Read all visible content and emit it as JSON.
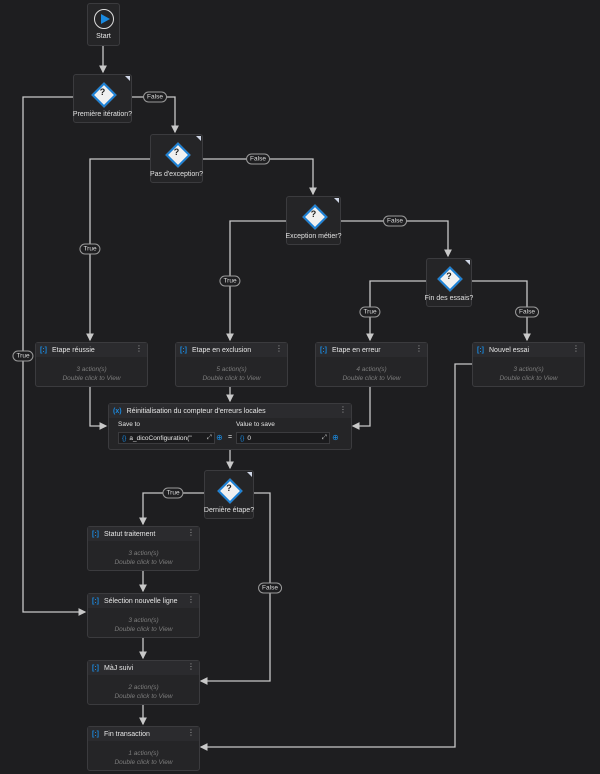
{
  "start": {
    "label": "Start"
  },
  "decisions": [
    {
      "id": "d1",
      "label": "Première itération?"
    },
    {
      "id": "d2",
      "label": "Pas d'exception?"
    },
    {
      "id": "d3",
      "label": "Exception métier?"
    },
    {
      "id": "d4",
      "label": "Fin des essais?"
    },
    {
      "id": "d5",
      "label": "Dernière étape?"
    }
  ],
  "sequences": [
    {
      "title": "Etape réussie",
      "count": "3 action(s)",
      "hint": "Double click to View"
    },
    {
      "title": "Etape en exclusion",
      "count": "5 action(s)",
      "hint": "Double click to View"
    },
    {
      "title": "Etape en erreur",
      "count": "4 action(s)",
      "hint": "Double click to View"
    },
    {
      "title": "Nouvel essai",
      "count": "3 action(s)",
      "hint": "Double click to View"
    },
    {
      "title": "Statut traitement",
      "count": "3 action(s)",
      "hint": "Double click to View"
    },
    {
      "title": "Sélection nouvelle ligne",
      "count": "3 action(s)",
      "hint": "Double click to View"
    },
    {
      "title": "MàJ suivi",
      "count": "2 action(s)",
      "hint": "Double click to View"
    },
    {
      "title": "Fin transaction",
      "count": "1 action(s)",
      "hint": "Double click to View"
    }
  ],
  "assign": {
    "title": "Réinitialisation du compteur d'erreurs locales",
    "save_to_label": "Save to",
    "save_to_value": "a_dicoConfiguration(\"",
    "value_label": "Value to save",
    "value": "0",
    "equals": "="
  },
  "edge_labels": {
    "true": "True",
    "false": "False"
  }
}
